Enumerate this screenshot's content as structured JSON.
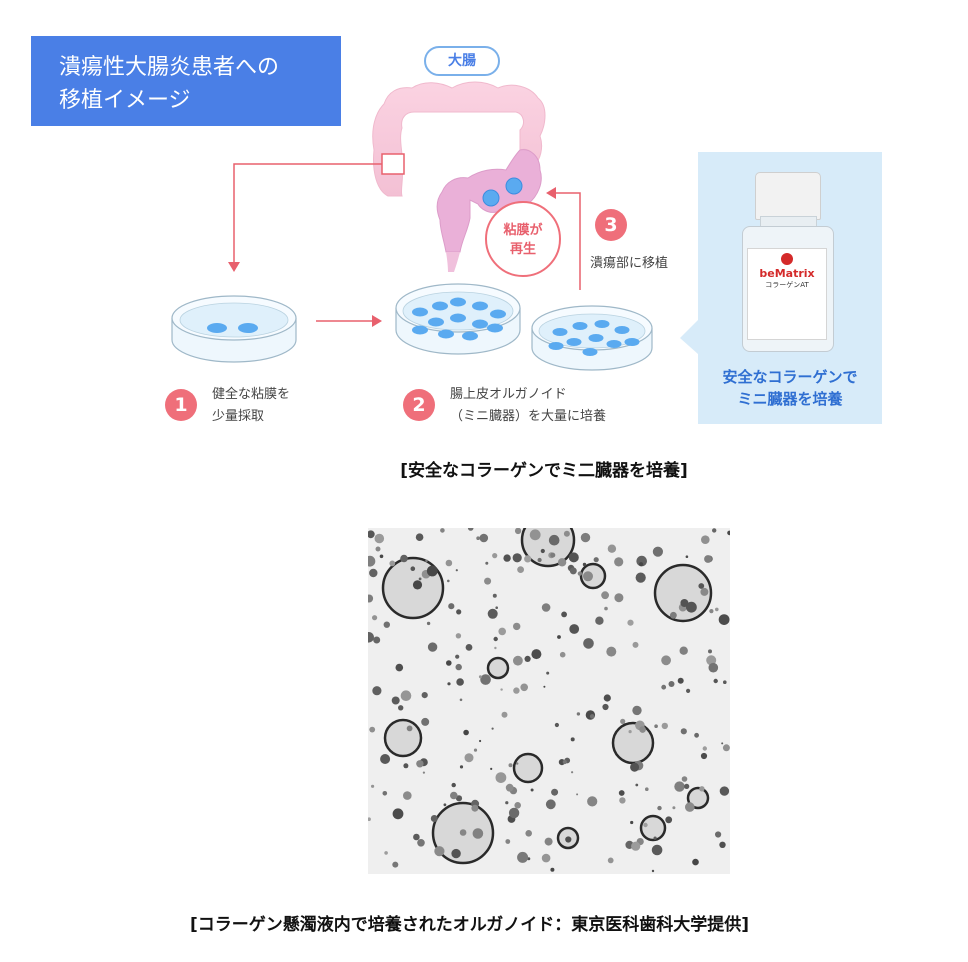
{
  "title": {
    "line1": "潰瘍性大腸炎患者への",
    "line2": "移植イメージ"
  },
  "colon_label": "大腸",
  "regen_label": {
    "line1": "粘膜が",
    "line2": "再生"
  },
  "steps": [
    {
      "num": "1",
      "line1": "健全な粘膜を",
      "line2": "少量採取"
    },
    {
      "num": "2",
      "line1": "腸上皮オルガノイド",
      "line2": "（ミニ臓器）を大量に培養"
    },
    {
      "num": "3",
      "line1": "潰瘍部に移植"
    }
  ],
  "panel": {
    "line1": "安全なコラーゲンで",
    "line2": "ミニ臓器を培養"
  },
  "product": {
    "brand": "beMatrix",
    "name": "コラーゲンAT"
  },
  "caption_diagram": "[安全なコラーゲンでミ二臓器を培養]",
  "caption_photo": "[コラーゲン懸濁液内で培養されたオルガノイド：東京医科歯科大学提供]",
  "colors": {
    "title_bg": "#4a7fe6",
    "accent_pink": "#ef6f7a",
    "organoid_blue": "#5aaaf0",
    "colon_pink": "#f7c7d9",
    "panel_bg": "#d7ebf9"
  },
  "icons": [
    "colon-illustration",
    "petri-dish",
    "reagent-bottle",
    "arrow"
  ]
}
